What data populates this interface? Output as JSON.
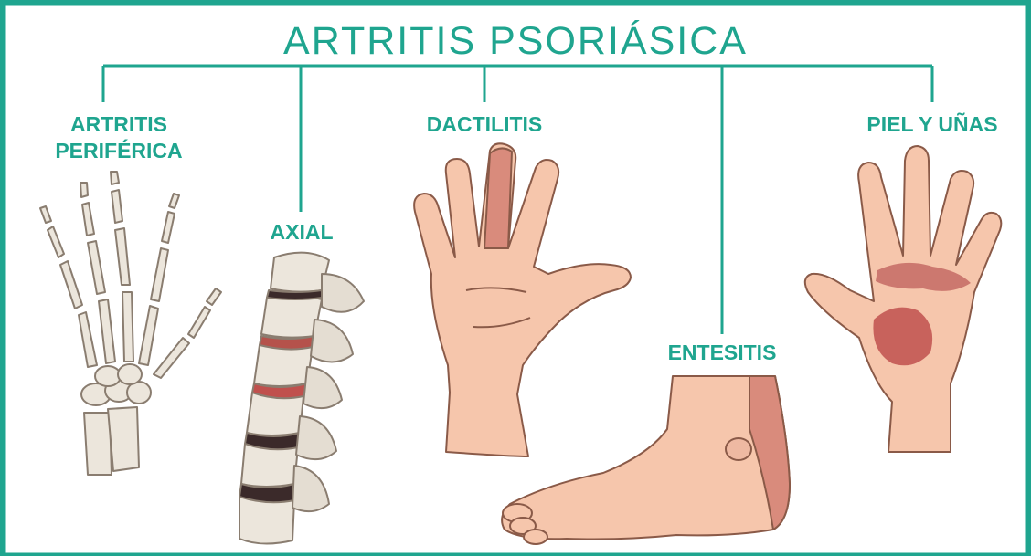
{
  "title": "ARTRITIS PSORIÁSICA",
  "categories": [
    {
      "id": "periferica",
      "label_line1": "ARTRITIS",
      "label_line2": "PERIFÉRICA",
      "illustration": "hand-skeleton"
    },
    {
      "id": "axial",
      "label_line1": "AXIAL",
      "illustration": "spine"
    },
    {
      "id": "dactilitis",
      "label_line1": "DACTILITIS",
      "illustration": "hand-palm-swollen-finger"
    },
    {
      "id": "entesitis",
      "label_line1": "ENTESITIS",
      "illustration": "foot"
    },
    {
      "id": "piel",
      "label_line1": "PIEL Y UÑAS",
      "illustration": "hand-skin-plaques"
    }
  ],
  "colors": {
    "accent": "#1fa58f",
    "skin": "#f6c6ac",
    "bone": "#ece6dc",
    "inflamed": "#c0504d"
  }
}
